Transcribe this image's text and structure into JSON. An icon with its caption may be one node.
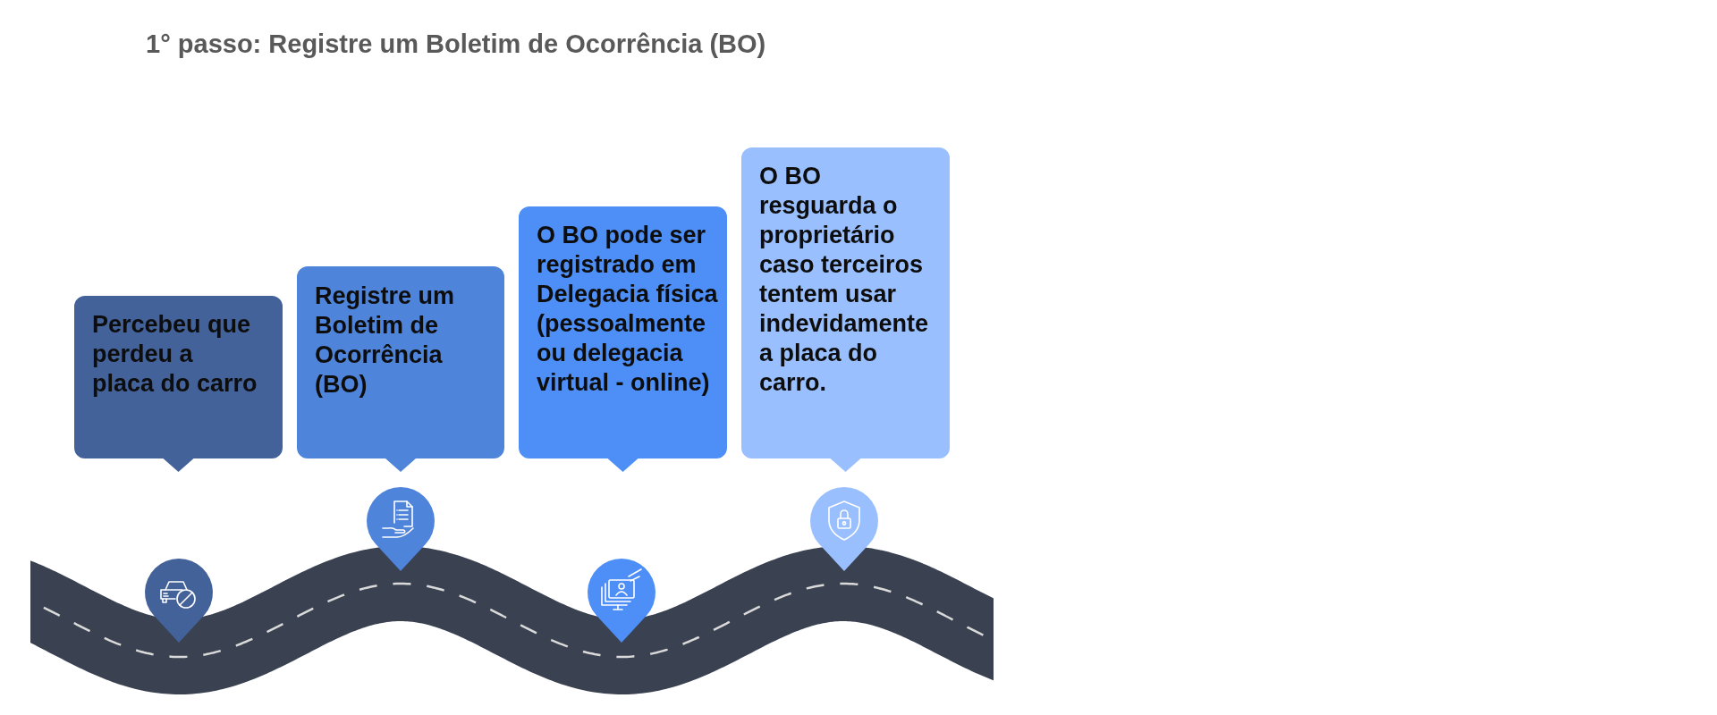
{
  "diagram": {
    "title": "1° passo: Registre um Boletim de Ocorrência (BO)",
    "nodes": [
      {
        "text": [
          "Percebeu que perdeu a placa do carro"
        ]
      },
      {
        "text": [
          "Registre um Boletim de Ocorrência (BO)"
        ]
      },
      {
        "text": [
          "O BO pode ser registrado em Delegacia física (pessoalmente ou delegacia virtual - online)"
        ]
      },
      {
        "text": [
          "O BO resguarda o proprietário caso terceiros tentem usar indevidamente a placa do carro."
        ]
      }
    ]
  }
}
